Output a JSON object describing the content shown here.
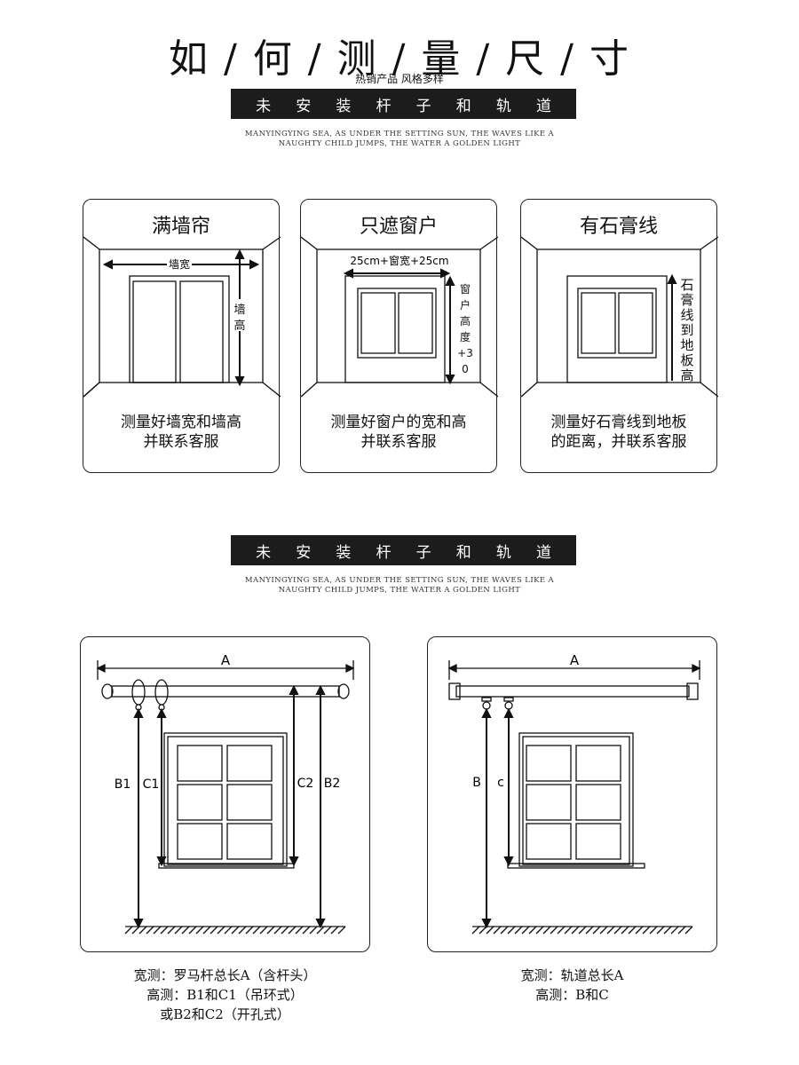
{
  "header": {
    "title": "如 / 何 / 测 / 量 / 尺 / 寸",
    "subtitle": "热销产品 风格多样"
  },
  "banner": {
    "chars": [
      "未",
      "安",
      "装",
      "杆",
      "子",
      "和",
      "轨",
      "道"
    ],
    "en_line1": "MANYINGYING SEA, AS UNDER THE SETTING SUN, THE WAVES LIKE A",
    "en_line2": "NAUGHTY CHILD JUMPS, THE WATER A GOLDEN LIGHT"
  },
  "cards": [
    {
      "title": "满墙帘",
      "width_label": "墙宽",
      "height_label": "墙高",
      "caption1": "测量好墙宽和墙高",
      "caption2": "并联系客服"
    },
    {
      "title": "只遮窗户",
      "width_label": "25cm+窗宽+25cm",
      "height_label": "窗户高度+30",
      "caption1": "测量好窗户的宽和高",
      "caption2": "并联系客服"
    },
    {
      "title": "有石膏线",
      "height_label": "石膏线到地板高",
      "caption1": "测量好石膏线到地板",
      "caption2": "的距离，并联系客服"
    }
  ],
  "diagram_rod": {
    "label_a": "A",
    "label_b1": "B1",
    "label_c1": "C1",
    "label_c2": "C2",
    "label_b2": "B2",
    "caption1": "宽测：罗马杆总长A（含杆头）",
    "caption2": "高测：B1和C1（吊环式）",
    "caption3": "或B2和C2（开孔式）"
  },
  "diagram_track": {
    "label_a": "A",
    "label_b": "B",
    "label_c": "c",
    "caption1": "宽测：轨道总长A",
    "caption2": "高测：B和C"
  }
}
